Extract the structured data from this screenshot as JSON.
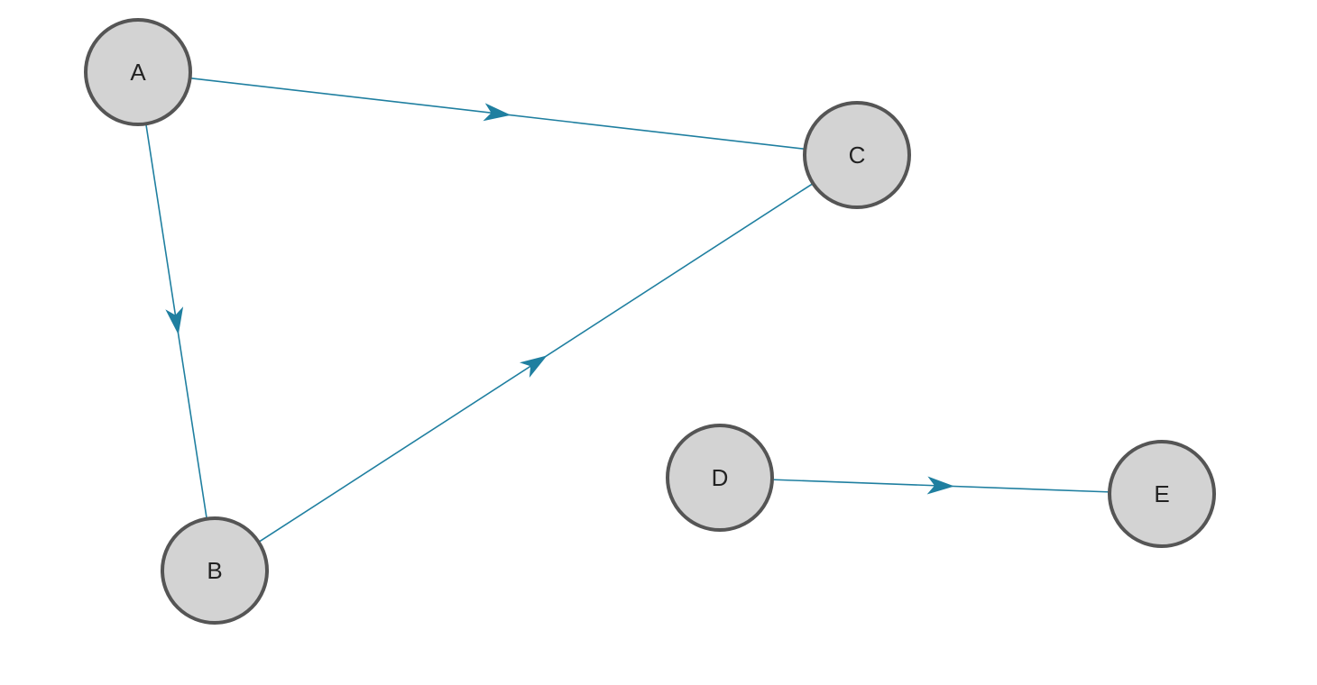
{
  "graph": {
    "colors": {
      "edge": "#1f7fa0",
      "node_fill": "#d3d3d3",
      "node_stroke": "#555555",
      "label": "#222222"
    },
    "directed": true,
    "nodes": [
      {
        "id": "A",
        "label": "A"
      },
      {
        "id": "B",
        "label": "B"
      },
      {
        "id": "C",
        "label": "C"
      },
      {
        "id": "D",
        "label": "D"
      },
      {
        "id": "E",
        "label": "E"
      }
    ],
    "edges": [
      {
        "from": "A",
        "to": "C"
      },
      {
        "from": "A",
        "to": "B"
      },
      {
        "from": "B",
        "to": "C"
      },
      {
        "from": "D",
        "to": "E"
      }
    ]
  }
}
